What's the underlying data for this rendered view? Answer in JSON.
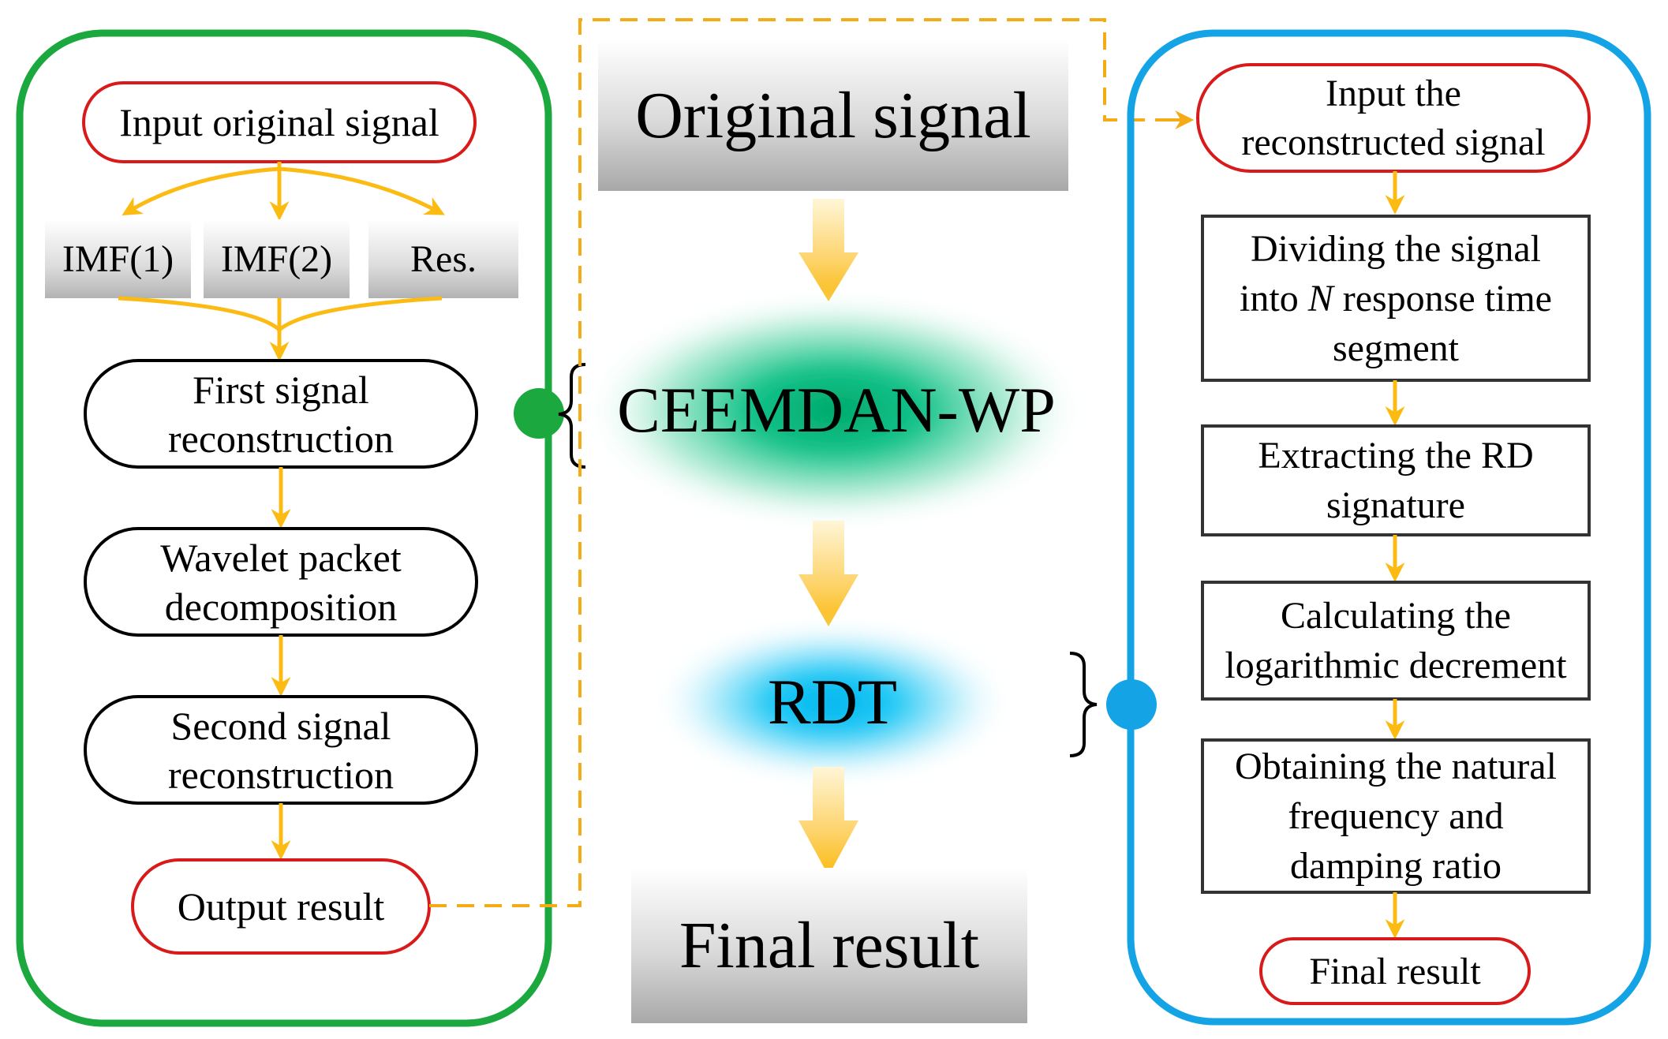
{
  "colors": {
    "green": "#1aa83f",
    "blue": "#14a4e6",
    "red": "#d81a1a",
    "arrow": "#fbbb12",
    "dashed": "#f3ac16"
  },
  "left_panel": {
    "input": "Input original signal",
    "components": [
      "IMF(1)",
      "IMF(2)",
      "Res."
    ],
    "step1": "First signal\nreconstruction",
    "step2": "Wavelet packet\ndecomposition",
    "step3": "Second signal\nreconstruction",
    "output": "Output result"
  },
  "center": {
    "top": "Original signal",
    "method1": "CEEMDAN-WP",
    "method2": "RDT",
    "bottom": "Final result"
  },
  "right_panel": {
    "input": "Input the\nreconstructed signal",
    "step1_pre": "Dividing the signal\ninto ",
    "step1_var": "N",
    "step1_post": " response time\nsegment",
    "step2": "Extracting the RD\nsignature",
    "step3": "Calculating the\nlogarithmic decrement",
    "step4": "Obtaining the natural\nfrequency and\ndamping ratio",
    "final": "Final result"
  }
}
